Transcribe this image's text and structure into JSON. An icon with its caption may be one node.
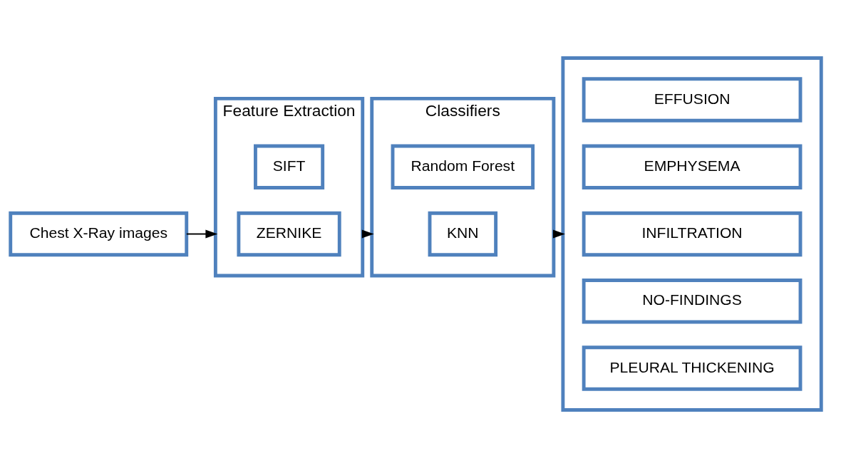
{
  "diagram": {
    "nodes": [
      {
        "text": [
          "Chest X-Ray images"
        ]
      },
      {
        "text": [
          "Feature Extraction"
        ]
      },
      {
        "text": [
          "SIFT"
        ],
        "in": 1
      },
      {
        "text": [
          "ZERNIKE"
        ],
        "in": 1
      },
      {
        "text": [
          "Classifiers"
        ]
      },
      {
        "text": [
          "Random Forest"
        ],
        "in": 4
      },
      {
        "text": [
          "KNN"
        ],
        "in": 4
      },
      {
        "text": [],
        "shape": "box"
      },
      {
        "text": [
          "EFFUSION"
        ],
        "in": 7
      },
      {
        "text": [
          "EMPHYSEMA"
        ],
        "in": 7
      },
      {
        "text": [
          "INFILTRATION"
        ],
        "in": 7
      },
      {
        "text": [
          "NO-FINDINGS"
        ],
        "in": 7
      },
      {
        "text": [
          "PLEURAL THICKENING"
        ],
        "in": 7
      }
    ],
    "edges": [
      {
        "from": 0,
        "to": 1,
        "arrow": "to"
      },
      {
        "from": 1,
        "to": 4,
        "arrow": "to"
      },
      {
        "from": 4,
        "to": 7,
        "arrow": "to"
      }
    ]
  }
}
